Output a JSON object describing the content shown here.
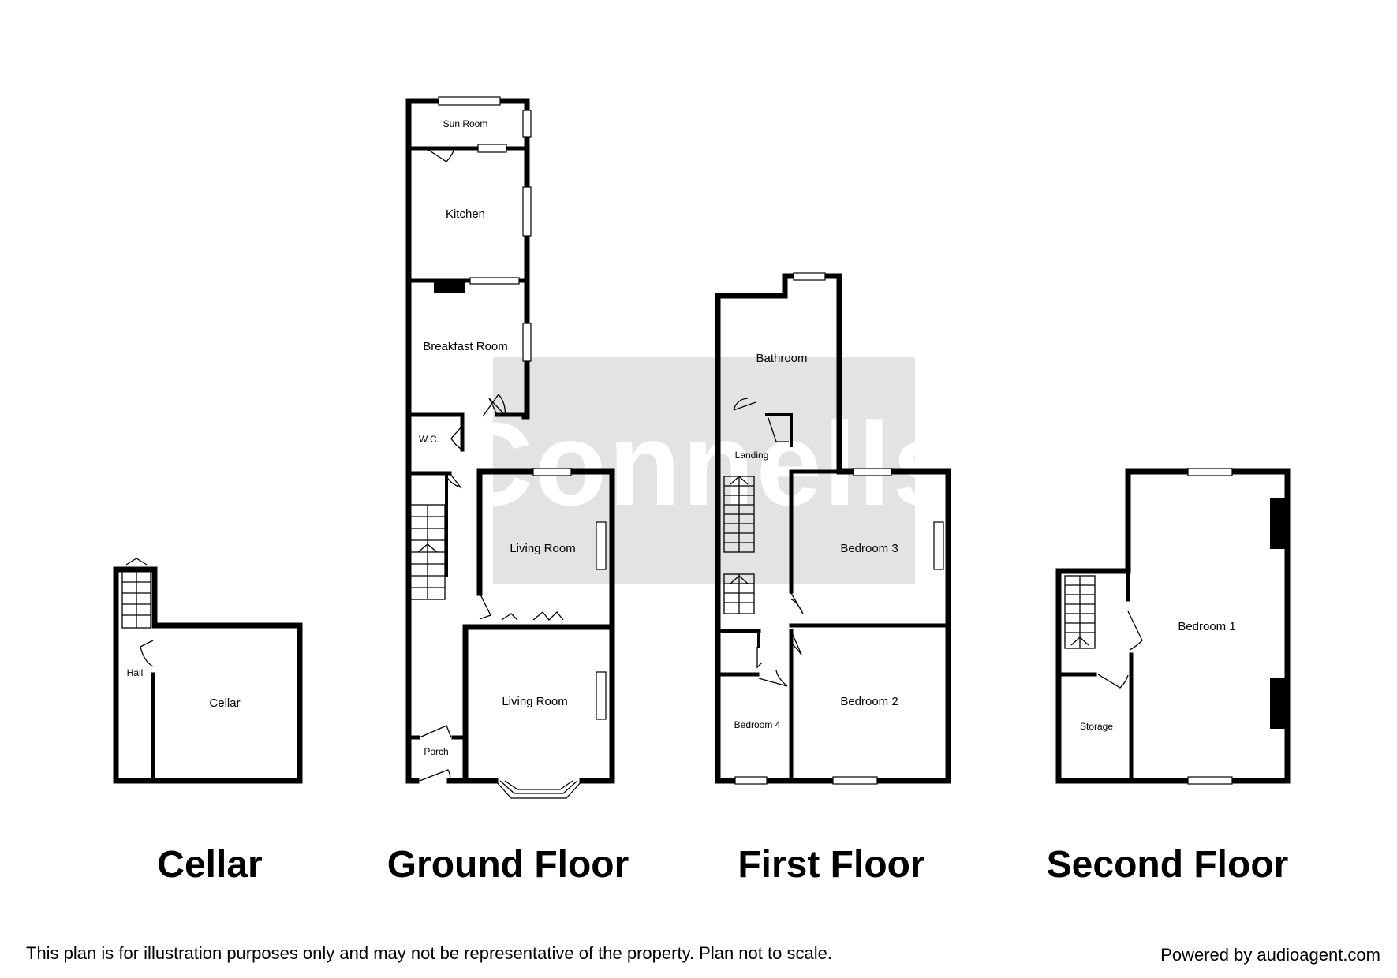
{
  "watermark": "Connells",
  "floors": {
    "cellar": {
      "title": "Cellar",
      "rooms": {
        "hall": "Hall",
        "cellar": "Cellar"
      }
    },
    "ground": {
      "title": "Ground Floor",
      "rooms": {
        "sun_room": "Sun Room",
        "kitchen": "Kitchen",
        "breakfast_room": "Breakfast Room",
        "wc": "W.C.",
        "living_room_rear": "Living Room",
        "living_room_front": "Living Room",
        "porch": "Porch"
      }
    },
    "first": {
      "title": "First Floor",
      "rooms": {
        "bathroom": "Bathroom",
        "landing": "Landing",
        "bedroom3": "Bedroom 3",
        "bedroom2": "Bedroom 2",
        "bedroom4": "Bedroom 4"
      }
    },
    "second": {
      "title": "Second Floor",
      "rooms": {
        "bedroom1": "Bedroom 1",
        "storage": "Storage"
      }
    }
  },
  "footer": {
    "disclaimer": "This plan is for illustration purposes only and may not be representative of the property. Plan not to scale.",
    "credit": "Powered by audioagent.com"
  }
}
